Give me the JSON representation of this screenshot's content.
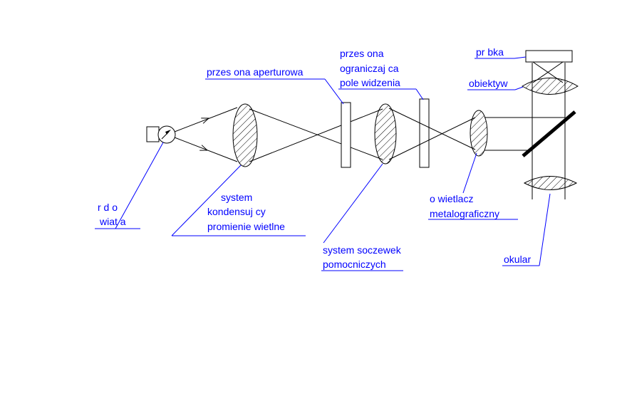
{
  "diagram": {
    "background": "#ffffff",
    "label_color": "#0000ff",
    "line_color": "#000000",
    "labels": {
      "light_source": {
        "line1": "r d o",
        "line2": "wiat a"
      },
      "condenser": {
        "line1": "system",
        "line2": "kondensuj cy",
        "line3": "promienie wietlne"
      },
      "aperture_stop": {
        "line1": "przes ona aperturowa"
      },
      "field_stop": {
        "line1": "przes ona",
        "line2": "ograniczaj ca",
        "line3": "pole widzenia"
      },
      "auxiliary_lenses": {
        "line1": "system soczewek",
        "line2": "pomocniczych"
      },
      "illuminator": {
        "line1": "o wietlacz",
        "line2": "metalograficzny"
      },
      "sample": {
        "line1": "pr bka"
      },
      "objective": {
        "line1": "obiektyw"
      },
      "eyepiece": {
        "line1": "okular"
      }
    }
  }
}
